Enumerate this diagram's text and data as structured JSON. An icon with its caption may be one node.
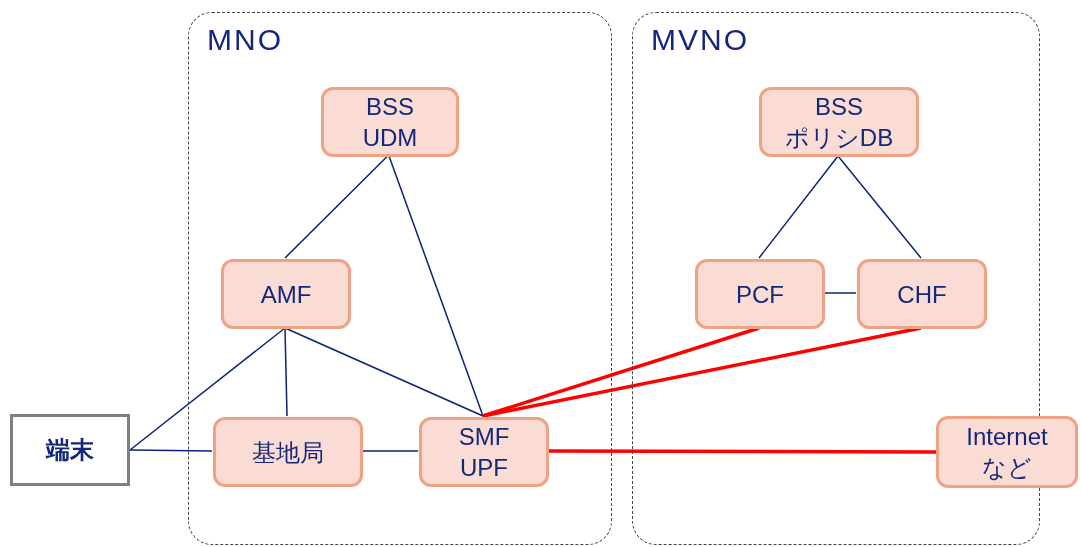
{
  "diagram": {
    "nodes": [
      {
        "text": [
          "MNO"
        ]
      },
      {
        "text": [
          "BSS UDM"
        ],
        "in": 0
      },
      {
        "text": [
          "AMF"
        ],
        "in": 0
      },
      {
        "text": [
          "基地局"
        ],
        "in": 0
      },
      {
        "text": [
          "SMF UPF"
        ],
        "in": 0
      },
      {
        "text": [
          "MVNO"
        ]
      },
      {
        "text": [
          "BSS ポリシDB"
        ],
        "in": 5
      },
      {
        "text": [
          "PCF"
        ],
        "in": 5
      },
      {
        "text": [
          "CHF"
        ],
        "in": 5
      },
      {
        "text": [
          "端末"
        ]
      },
      {
        "text": [
          "Internet など"
        ]
      }
    ],
    "edges": [
      {
        "from": 1,
        "to": 2,
        "arrow": "none"
      },
      {
        "from": 1,
        "to": 4,
        "arrow": "none"
      },
      {
        "from": 2,
        "to": 9,
        "arrow": "none"
      },
      {
        "from": 2,
        "to": 3,
        "arrow": "none"
      },
      {
        "from": 2,
        "to": 4,
        "arrow": "none"
      },
      {
        "from": 9,
        "to": 3,
        "arrow": "none"
      },
      {
        "from": 3,
        "to": 4,
        "arrow": "none"
      },
      {
        "from": 6,
        "to": 7,
        "arrow": "none"
      },
      {
        "from": 6,
        "to": 8,
        "arrow": "none"
      },
      {
        "from": 7,
        "to": 8,
        "arrow": "none"
      },
      {
        "from": 4,
        "to": 7,
        "arrow": "none",
        "style": "thick",
        "color": "#ff0000"
      },
      {
        "from": 4,
        "to": 8,
        "arrow": "none",
        "style": "thick",
        "color": "#ff0000"
      },
      {
        "from": 4,
        "to": 10,
        "arrow": "none",
        "style": "thick",
        "color": "#ff0000"
      }
    ]
  }
}
